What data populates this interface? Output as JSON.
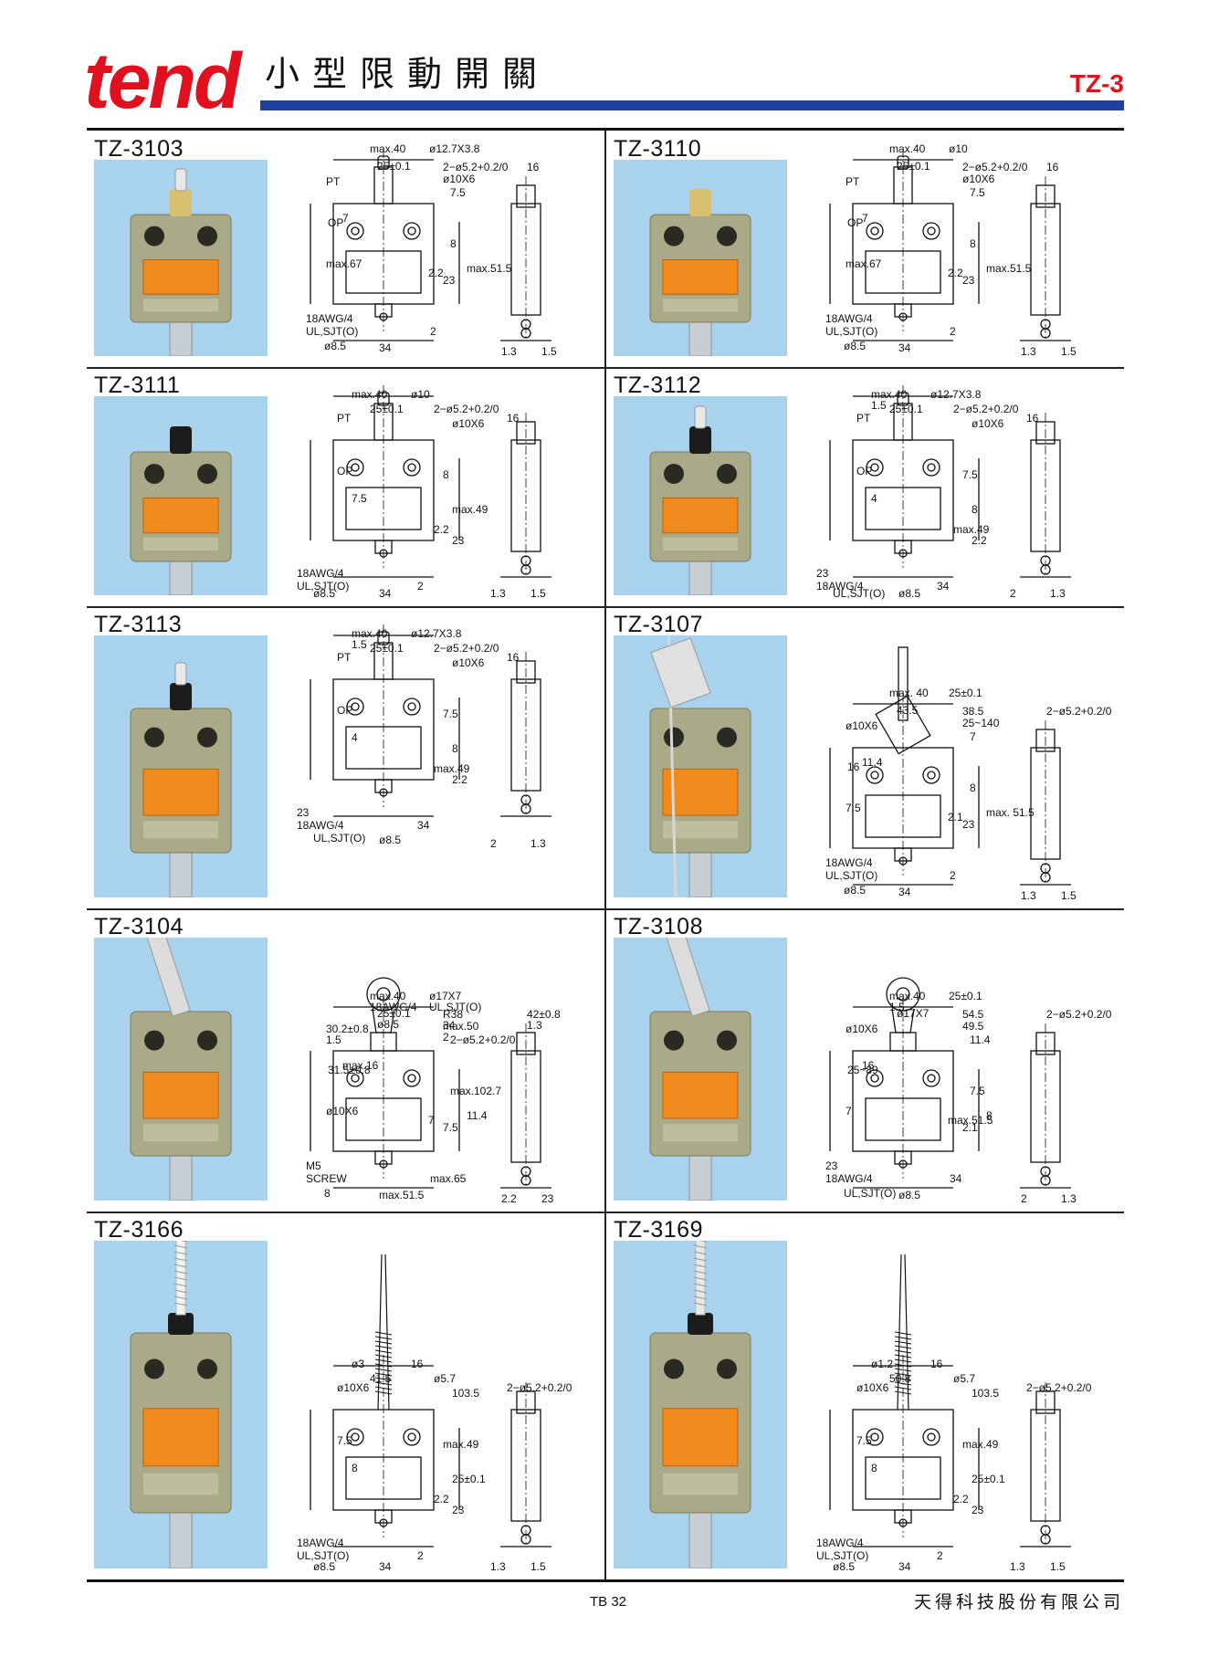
{
  "header": {
    "logo_text": "tend",
    "title": "小型限動開關",
    "series_code": "TZ-3"
  },
  "colors": {
    "brand_red": "#e0101e",
    "title_bar_blue": "#1e3f9e",
    "photo_background": "#a9d3ec",
    "switch_body": "#aaa988",
    "label_orange": "#f08a1c"
  },
  "products": [
    {
      "model": "TZ-3103",
      "actuator": "plunger-roller-cap",
      "labels": [
        "max.40",
        "ø12.7X3.8",
        "25±0.1",
        "2−ø5.2+0.2/0",
        "ø10X6",
        "16",
        "PT",
        "OP",
        "7",
        "7.5",
        "max.67",
        "8",
        "max.51.5",
        "2.2",
        "23",
        "18AWG/4",
        "UL,SJT(O)",
        "ø8.5",
        "34",
        "2",
        "1.3",
        "1.5"
      ]
    },
    {
      "model": "TZ-3110",
      "actuator": "plunger-button",
      "labels": [
        "max.40",
        "ø10",
        "25±0.1",
        "2−ø5.2+0.2/0",
        "ø10X6",
        "16",
        "PT",
        "OP",
        "7",
        "7.5",
        "max.67",
        "8",
        "max.51.5",
        "2.2",
        "23",
        "18AWG/4",
        "UL,SJT(O)",
        "ø8.5",
        "34",
        "2",
        "1.3",
        "1.5"
      ]
    },
    {
      "model": "TZ-3111",
      "actuator": "plunger-panel",
      "labels": [
        "max.40",
        "ø10",
        "25±0.1",
        "2−ø5.2+0.2/0",
        "ø10X6",
        "16",
        "PT",
        "OP",
        "7.5",
        "8",
        "max.49",
        "2.2",
        "23",
        "18AWG/4",
        "UL,SJT(O)",
        "ø8.5",
        "34",
        "2",
        "1.3",
        "1.5"
      ]
    },
    {
      "model": "TZ-3112",
      "actuator": "plunger-roller",
      "labels": [
        "max.40",
        "ø12.7X3.8",
        "25±0.1",
        "2−ø5.2+0.2/0",
        "ø10X6",
        "16",
        "PT",
        "OP",
        "4",
        "7.5",
        "8",
        "max.49",
        "2.2",
        "23",
        "18AWG/4",
        "UL,SJT(O)",
        "ø8.5",
        "34",
        "2",
        "1.3",
        "1.5"
      ]
    },
    {
      "model": "TZ-3113",
      "actuator": "plunger-roller-panel",
      "labels": [
        "max.40",
        "ø12.7X3.8",
        "25±0.1",
        "2−ø5.2+0.2/0",
        "ø10X6",
        "16",
        "PT",
        "OP",
        "4",
        "7.5",
        "8",
        "max.49",
        "2.2",
        "23",
        "18AWG/4",
        "UL,SJT(O)",
        "ø8.5",
        "34",
        "2",
        "1.3",
        "1.5"
      ]
    },
    {
      "model": "TZ-3107",
      "actuator": "adjustable-rod-lever",
      "labels": [
        "max. 40",
        "25±0.1",
        "43.5",
        "38.5",
        "25~140",
        "2−ø5.2+0.2/0",
        "ø10X6",
        "16",
        "11.4",
        "7",
        "7.5",
        "8",
        "max. 51.5",
        "2.1",
        "23",
        "18AWG/4",
        "UL,SJT(O)",
        "ø8.5",
        "34",
        "2",
        "1.3",
        "1.5"
      ]
    },
    {
      "model": "TZ-3104",
      "actuator": "roller-lever",
      "labels": [
        "max.40",
        "ø17X7",
        "25±0.1",
        "R38",
        "max.50",
        "42±0.8",
        "30.2±0.8",
        "31.5±0.8",
        "max.16",
        "2−ø5.2+0.2/0",
        "ø10X6",
        "max.102.7",
        "11.4",
        "7",
        "7.5",
        "M5",
        "SCREW",
        "8",
        "max.51.5",
        "max.65",
        "2.2",
        "23",
        "18AWG/4",
        "UL,SJT(O)",
        "ø8.5",
        "34",
        "2",
        "1.3",
        "1.5"
      ]
    },
    {
      "model": "TZ-3108",
      "actuator": "adjustable-roller-lever",
      "labels": [
        "max.40",
        "25±0.1",
        "ø17X7",
        "54.5",
        "49.5",
        "2−ø5.2+0.2/0",
        "ø10X6",
        "25~89",
        "16",
        "11.4",
        "7",
        "7.5",
        "8",
        "max.51.5",
        "2.1",
        "23",
        "18AWG/4",
        "UL,SJT(O)",
        "ø8.5",
        "34",
        "2",
        "1.3",
        "1.5"
      ]
    },
    {
      "model": "TZ-3166",
      "actuator": "coil-spring-plastic",
      "labels": [
        "ø3",
        "16",
        "41.5",
        "ø5.7",
        "103.5",
        "2−ø5.2+0.2/0",
        "ø10X6",
        "7.5",
        "8",
        "max.49",
        "25±0.1",
        "2.2",
        "23",
        "18AWG/4",
        "UL,SJT(O)",
        "ø8.5",
        "34",
        "2",
        "1.3",
        "1.5"
      ]
    },
    {
      "model": "TZ-3169",
      "actuator": "coil-spring-wire",
      "labels": [
        "ø1.2",
        "16",
        "50.8",
        "ø5.7",
        "103.5",
        "2−ø5.2+0.2/0",
        "ø10X6",
        "7.5",
        "8",
        "max.49",
        "25±0.1",
        "2.2",
        "23",
        "18AWG/4",
        "UL,SJT(O)",
        "ø8.5",
        "34",
        "2",
        "1.3",
        "1.5"
      ]
    }
  ],
  "footer": {
    "page_number": "TB 32",
    "company": "天得科技股份有限公司"
  }
}
